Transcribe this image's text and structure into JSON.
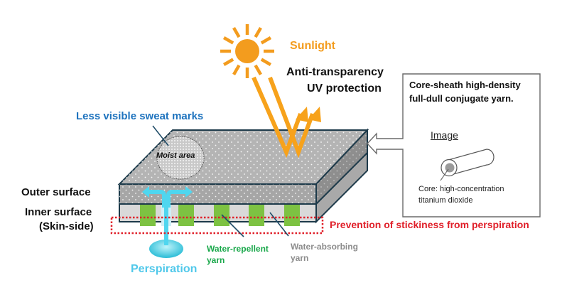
{
  "colors": {
    "sun": "#f39c1e",
    "ray": "#f7a21b",
    "fabric_top": "#b4b4b4",
    "fabric_side": "#8e8e8e",
    "outline": "#1d3a4a",
    "water_repellent": "#7dc242",
    "perspiration": "#4fd6ef",
    "stickiness_red": "#e0202a",
    "blue_label": "#1e73be",
    "green_label": "#1aa84b",
    "gray_label": "#8c8c8c"
  },
  "labels": {
    "sunlight": "Sunlight",
    "uv_line1": "Anti-transparency",
    "uv_line2": "UV protection",
    "sweat_marks": "Less visible sweat marks",
    "moist_area": "Moist area",
    "outer_surface": "Outer surface",
    "inner_surface": "Inner surface",
    "skin_side": "(Skin-side)",
    "stickiness": "Prevention of stickiness from perspiration",
    "perspiration": "Perspiration",
    "water_repellent_1": "Water-repellent",
    "water_repellent_2": "yarn",
    "water_absorbing_1": "Water-absorbing",
    "water_absorbing_2": "yarn"
  },
  "callout": {
    "title_line1": "Core-sheath high-density",
    "title_line2": "full-dull conjugate yarn.",
    "image_label": "Image",
    "core_line1": "Core: high-concentration",
    "core_line2": "titanium dioxide"
  }
}
